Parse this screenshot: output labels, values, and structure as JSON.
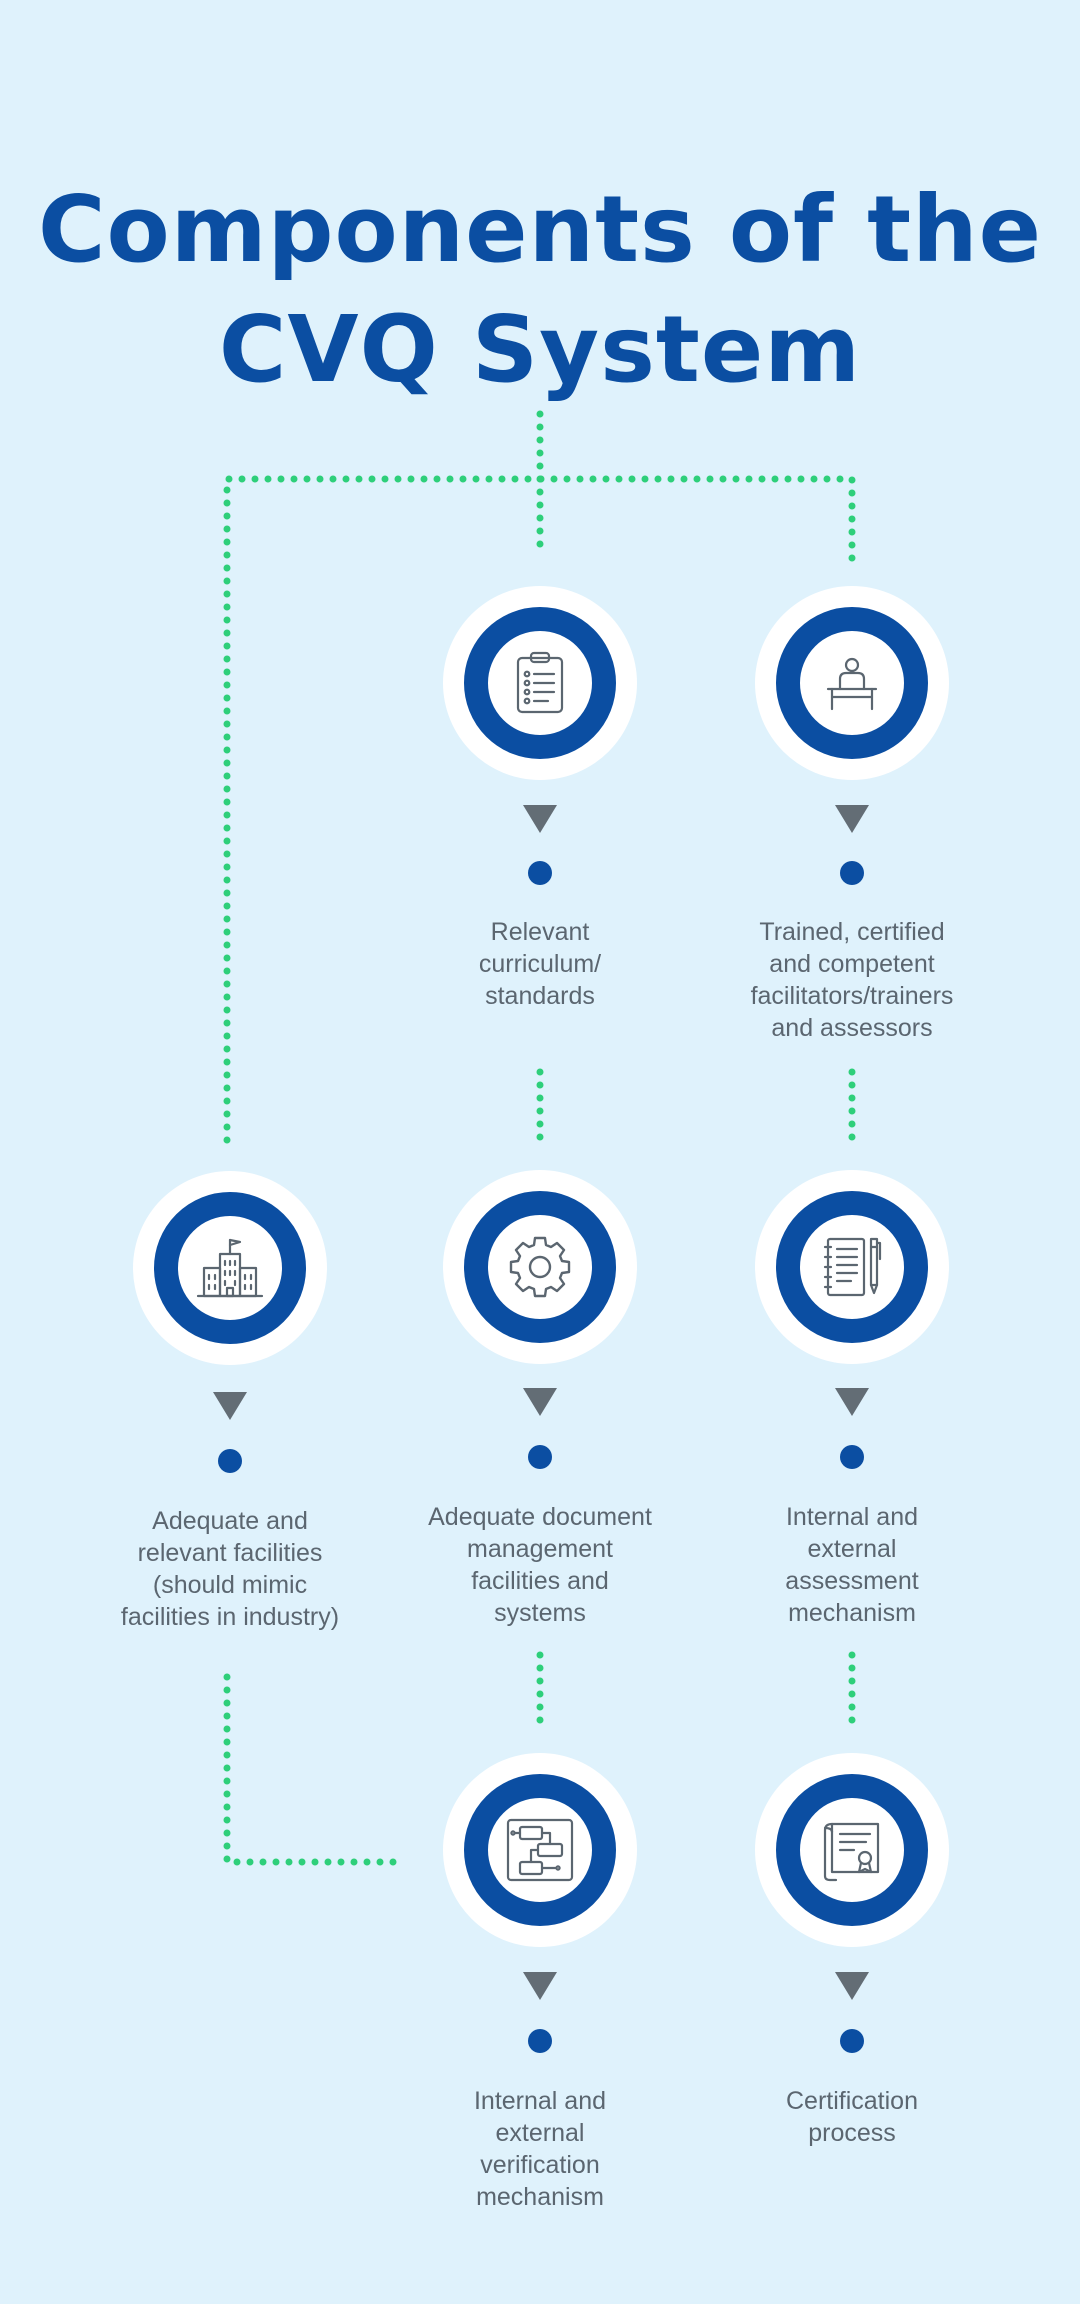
{
  "title": {
    "line1": "Components of the",
    "line2": "CVQ System"
  },
  "colors": {
    "background": "#dff2fc",
    "primary": "#0b4ea2",
    "connector": "#2ecf7a",
    "arrow": "#636d75",
    "text": "#5b6670"
  },
  "components": [
    {
      "id": "curriculum",
      "icon": "clipboard-checklist-icon",
      "label": "Relevant curriculum/ standards",
      "lines": [
        "Relevant",
        "curriculum/",
        "standards"
      ]
    },
    {
      "id": "facilitators",
      "icon": "presenter-at-desk-icon",
      "label": "Trained, certified and competent facilitators/trainers and assessors",
      "lines": [
        "Trained, certified",
        "and competent",
        "facilitators/trainers",
        "and assessors"
      ]
    },
    {
      "id": "facilities",
      "icon": "office-building-icon",
      "label": "Adequate and relevant facilities (should mimic facilities in industry)",
      "lines": [
        "Adequate and",
        "relevant facilities",
        "(should mimic",
        "facilities in industry)"
      ]
    },
    {
      "id": "document-management",
      "icon": "gear-icon",
      "label": "Adequate document management facilities and systems",
      "lines": [
        "Adequate document",
        "management",
        "facilities and",
        "systems"
      ]
    },
    {
      "id": "assessment",
      "icon": "notebook-pen-icon",
      "label": "Internal and external assessment mechanism",
      "lines": [
        "Internal and",
        "external",
        "assessment",
        "mechanism"
      ]
    },
    {
      "id": "verification",
      "icon": "flowchart-icon",
      "label": "Internal and external verification mechanism",
      "lines": [
        "Internal and",
        "external",
        "verification",
        "mechanism"
      ]
    },
    {
      "id": "certification",
      "icon": "certificate-scroll-icon",
      "label": "Certification process",
      "lines": [
        "Certification",
        "process"
      ]
    }
  ]
}
